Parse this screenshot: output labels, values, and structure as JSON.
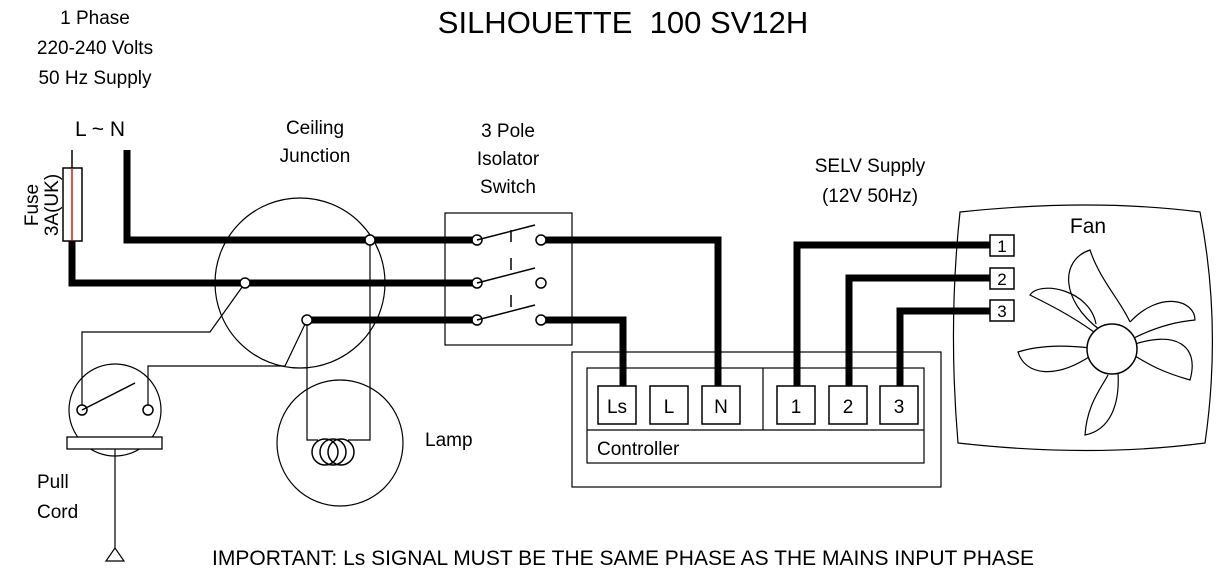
{
  "title": "SILHOUETTE  100 SV12H",
  "supply": {
    "line1": "1 Phase",
    "line2": "220-240 Volts",
    "line3": "50 Hz Supply",
    "terminals": "L ~ N"
  },
  "fuse": {
    "line1": "Fuse",
    "line2": "3A(UK)"
  },
  "ceiling_junction": {
    "line1": "Ceiling",
    "line2": "Junction"
  },
  "isolator": {
    "line1": "3 Pole",
    "line2": "Isolator",
    "line3": "Switch"
  },
  "selv": {
    "line1": "SELV Supply",
    "line2": "(12V 50Hz)"
  },
  "fan": {
    "label": "Fan",
    "terminals": [
      "1",
      "2",
      "3"
    ]
  },
  "controller": {
    "label": "Controller",
    "terminals": [
      "Ls",
      "L",
      "N",
      "1",
      "2",
      "3"
    ]
  },
  "lamp": {
    "label": "Lamp"
  },
  "pull_cord": {
    "line1": "Pull",
    "line2": "Cord"
  },
  "notice": "IMPORTANT: Ls SIGNAL MUST BE THE SAME PHASE AS THE MAINS INPUT PHASE"
}
